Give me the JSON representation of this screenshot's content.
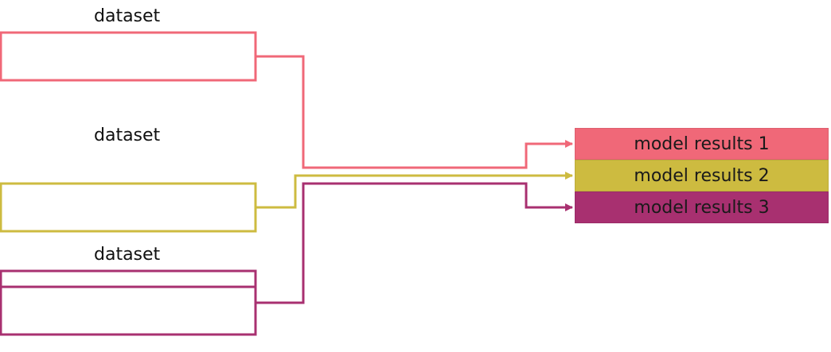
{
  "colors": {
    "pink": "#f06878",
    "yellow": "#cdbb40",
    "purple": "#a83070"
  },
  "datasets": [
    {
      "label": "dataset",
      "color": "pink"
    },
    {
      "label": "dataset",
      "color": "yellow"
    },
    {
      "label": "dataset",
      "color": "purple"
    }
  ],
  "results": [
    {
      "label": "model results 1",
      "color": "pink"
    },
    {
      "label": "model results 2",
      "color": "yellow"
    },
    {
      "label": "model results 3",
      "color": "purple"
    }
  ]
}
